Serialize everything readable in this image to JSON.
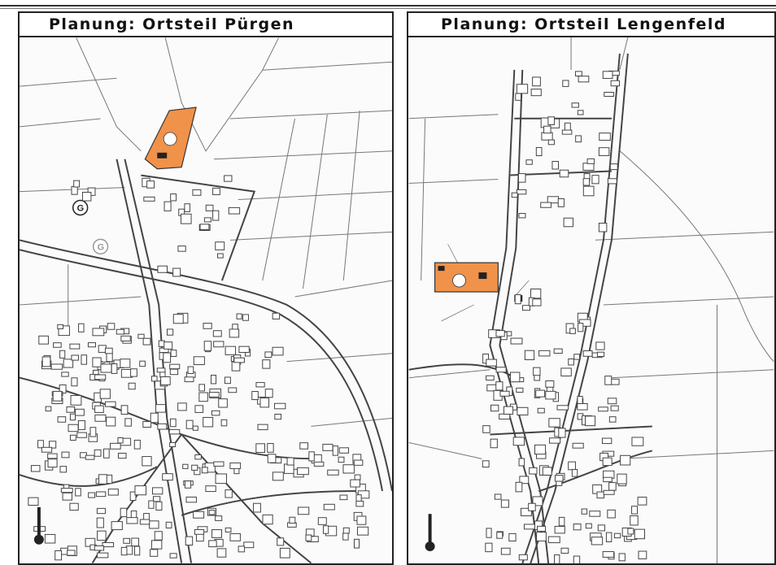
{
  "left_panel": {
    "title": "Planung: Ortsteil Pürgen",
    "symbols": [
      "G",
      "G"
    ],
    "north_arrow": "north-arrow-icon"
  },
  "right_panel": {
    "title": "Planung: Ortsteil Lengenfeld",
    "north_arrow": "north-arrow-icon"
  },
  "colors": {
    "planning_area": "#f0924a",
    "road": "#444444",
    "building": "#555555"
  }
}
